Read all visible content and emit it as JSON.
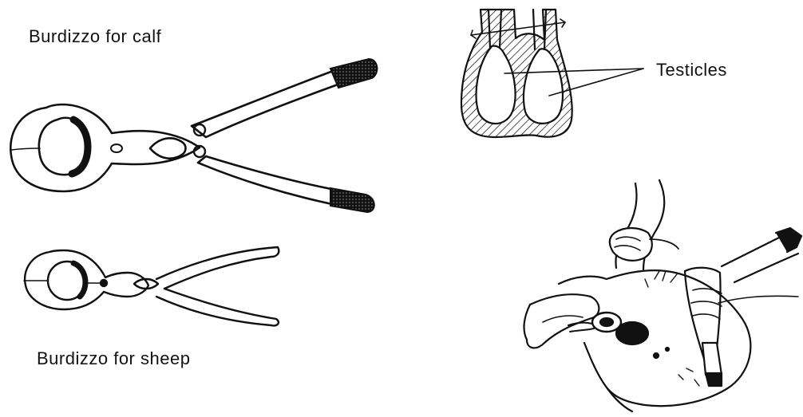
{
  "labels": {
    "calf": "Burdizzo for calf",
    "sheep": "Burdizzo for sheep",
    "testicles": "Testicles"
  },
  "colors": {
    "ink": "#111111",
    "paper": "#ffffff",
    "hatch": "#222222"
  },
  "icons": {
    "calf_tool": "burdizzo-calf-icon",
    "sheep_tool": "burdizzo-sheep-icon",
    "scrotum_section": "scrotum-cross-section-icon",
    "procedure": "castration-procedure-illustration"
  }
}
